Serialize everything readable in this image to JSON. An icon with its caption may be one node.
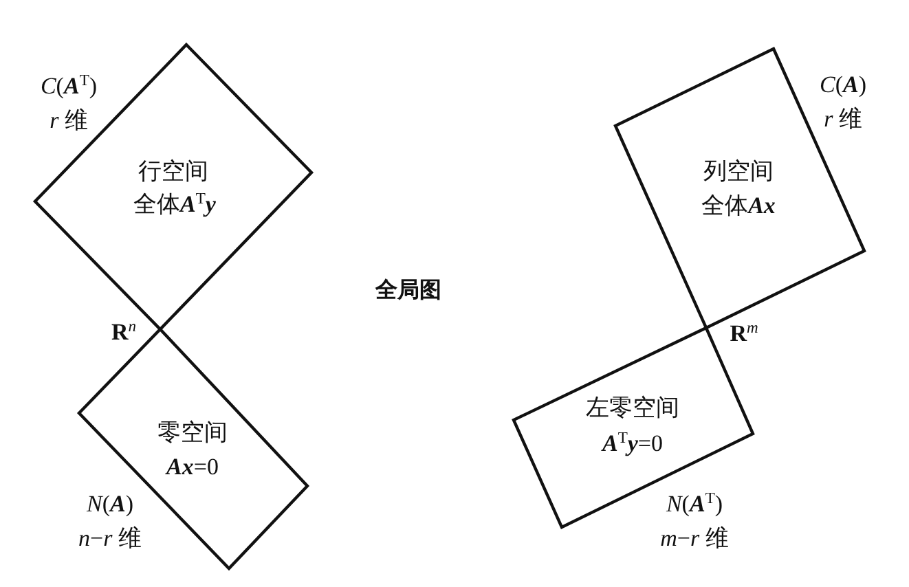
{
  "diagram": {
    "title": "全局图",
    "nodes": [
      {
        "text": [
          "行空间",
          "全体**A**$^{T}$**y**"
        ],
        "beside": [
          "*C*(**A**$^{T}$)",
          "*r* 维"
        ]
      },
      {
        "text": [
          "零空间",
          "**Ax**=0"
        ],
        "beside": [
          "*N*(**A**)",
          "*n*−*r* 维"
        ]
      },
      {
        "text": [
          "列空间",
          "全体**Ax**"
        ],
        "beside": [
          "*C*(**A**)",
          "*r* 维"
        ]
      },
      {
        "text": [
          "左零空间",
          "**A**$^{T}$**y**=0"
        ],
        "beside": [
          "*N*(**A**$^{T}$)",
          "*m*−*r* 维"
        ]
      }
    ],
    "labels": [
      "**R**$^{n}$",
      "**R**$^{m}$"
    ]
  }
}
